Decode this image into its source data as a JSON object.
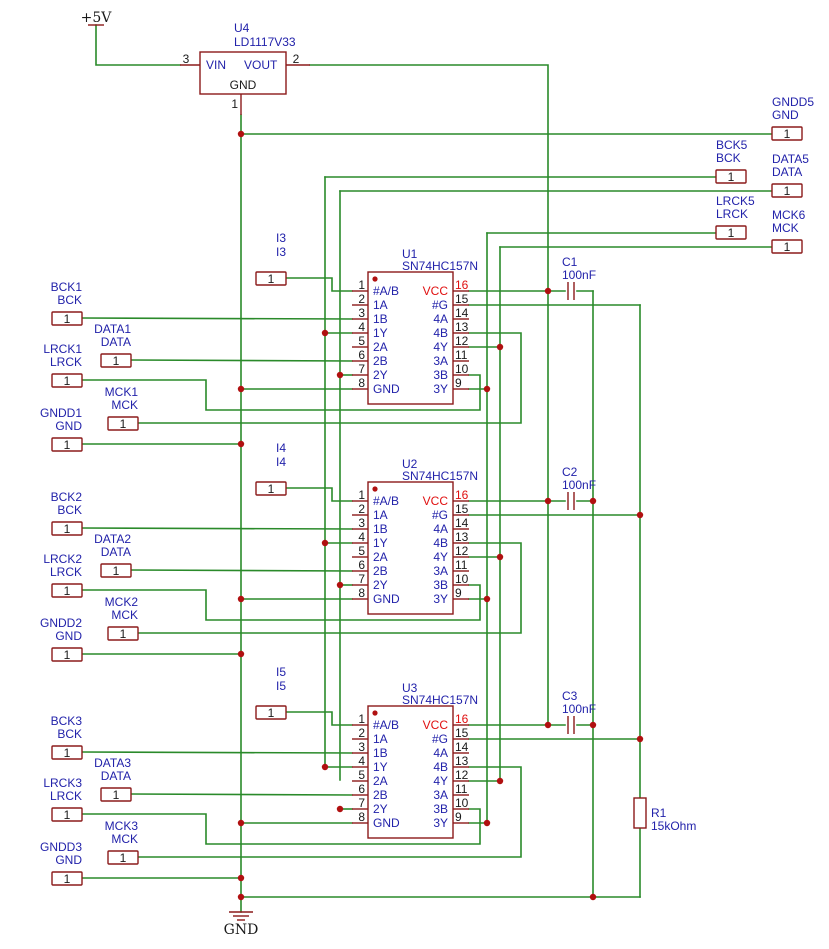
{
  "supply": {
    "label": "+5V"
  },
  "ground": {
    "label": "GND"
  },
  "regulator": {
    "ref": "U4",
    "value": "LD1117V33",
    "vin": "VIN",
    "vout": "VOUT",
    "gnd": "GND",
    "pin_in": "3",
    "pin_out": "2",
    "pin_gnd": "1"
  },
  "capacitors": [
    {
      "ref": "C1",
      "value": "100nF"
    },
    {
      "ref": "C2",
      "value": "100nF"
    },
    {
      "ref": "C3",
      "value": "100nF"
    }
  ],
  "resistor": {
    "ref": "R1",
    "value": "15kOhm"
  },
  "chip_pins": {
    "left": [
      {
        "num": "1",
        "name": "#A/B"
      },
      {
        "num": "2",
        "name": "1A"
      },
      {
        "num": "3",
        "name": "1B"
      },
      {
        "num": "4",
        "name": "1Y"
      },
      {
        "num": "5",
        "name": "2A"
      },
      {
        "num": "6",
        "name": "2B"
      },
      {
        "num": "7",
        "name": "2Y"
      },
      {
        "num": "8",
        "name": "GND"
      }
    ],
    "right": [
      {
        "num": "16",
        "name": "VCC"
      },
      {
        "num": "15",
        "name": "#G"
      },
      {
        "num": "14",
        "name": "4A"
      },
      {
        "num": "13",
        "name": "4B"
      },
      {
        "num": "12",
        "name": "4Y"
      },
      {
        "num": "11",
        "name": "3A"
      },
      {
        "num": "10",
        "name": "3B"
      },
      {
        "num": "9",
        "name": "3Y"
      }
    ]
  },
  "chips": [
    {
      "ref": "U1",
      "value": "SN74HC157N",
      "sel_ref": "I3",
      "sel_name": "I3",
      "inputs": [
        {
          "ref": "BCK1",
          "name": "BCK"
        },
        {
          "ref": "DATA1",
          "name": "DATA"
        },
        {
          "ref": "LRCK1",
          "name": "LRCK"
        },
        {
          "ref": "MCK1",
          "name": "MCK"
        },
        {
          "ref": "GNDD1",
          "name": "GND"
        }
      ]
    },
    {
      "ref": "U2",
      "value": "SN74HC157N",
      "sel_ref": "I4",
      "sel_name": "I4",
      "inputs": [
        {
          "ref": "BCK2",
          "name": "BCK"
        },
        {
          "ref": "DATA2",
          "name": "DATA"
        },
        {
          "ref": "LRCK2",
          "name": "LRCK"
        },
        {
          "ref": "MCK2",
          "name": "MCK"
        },
        {
          "ref": "GNDD2",
          "name": "GND"
        }
      ]
    },
    {
      "ref": "U3",
      "value": "SN74HC157N",
      "sel_ref": "I5",
      "sel_name": "I5",
      "inputs": [
        {
          "ref": "BCK3",
          "name": "BCK"
        },
        {
          "ref": "DATA3",
          "name": "DATA"
        },
        {
          "ref": "LRCK3",
          "name": "LRCK"
        },
        {
          "ref": "MCK3",
          "name": "MCK"
        },
        {
          "ref": "GNDD3",
          "name": "GND"
        }
      ]
    }
  ],
  "outputs": [
    {
      "ref": "GNDD5",
      "name": "GND"
    },
    {
      "ref": "BCK5",
      "name": "BCK"
    },
    {
      "ref": "DATA5",
      "name": "DATA"
    },
    {
      "ref": "LRCK5",
      "name": "LRCK"
    },
    {
      "ref": "MCK6",
      "name": "MCK"
    }
  ],
  "connector_pin": "1",
  "colors": {
    "wire": "#2a8a2a",
    "component": "#8b1a1a",
    "label": "#2222aa",
    "vcc_pin": "#e01010",
    "junction": "#b01010"
  }
}
